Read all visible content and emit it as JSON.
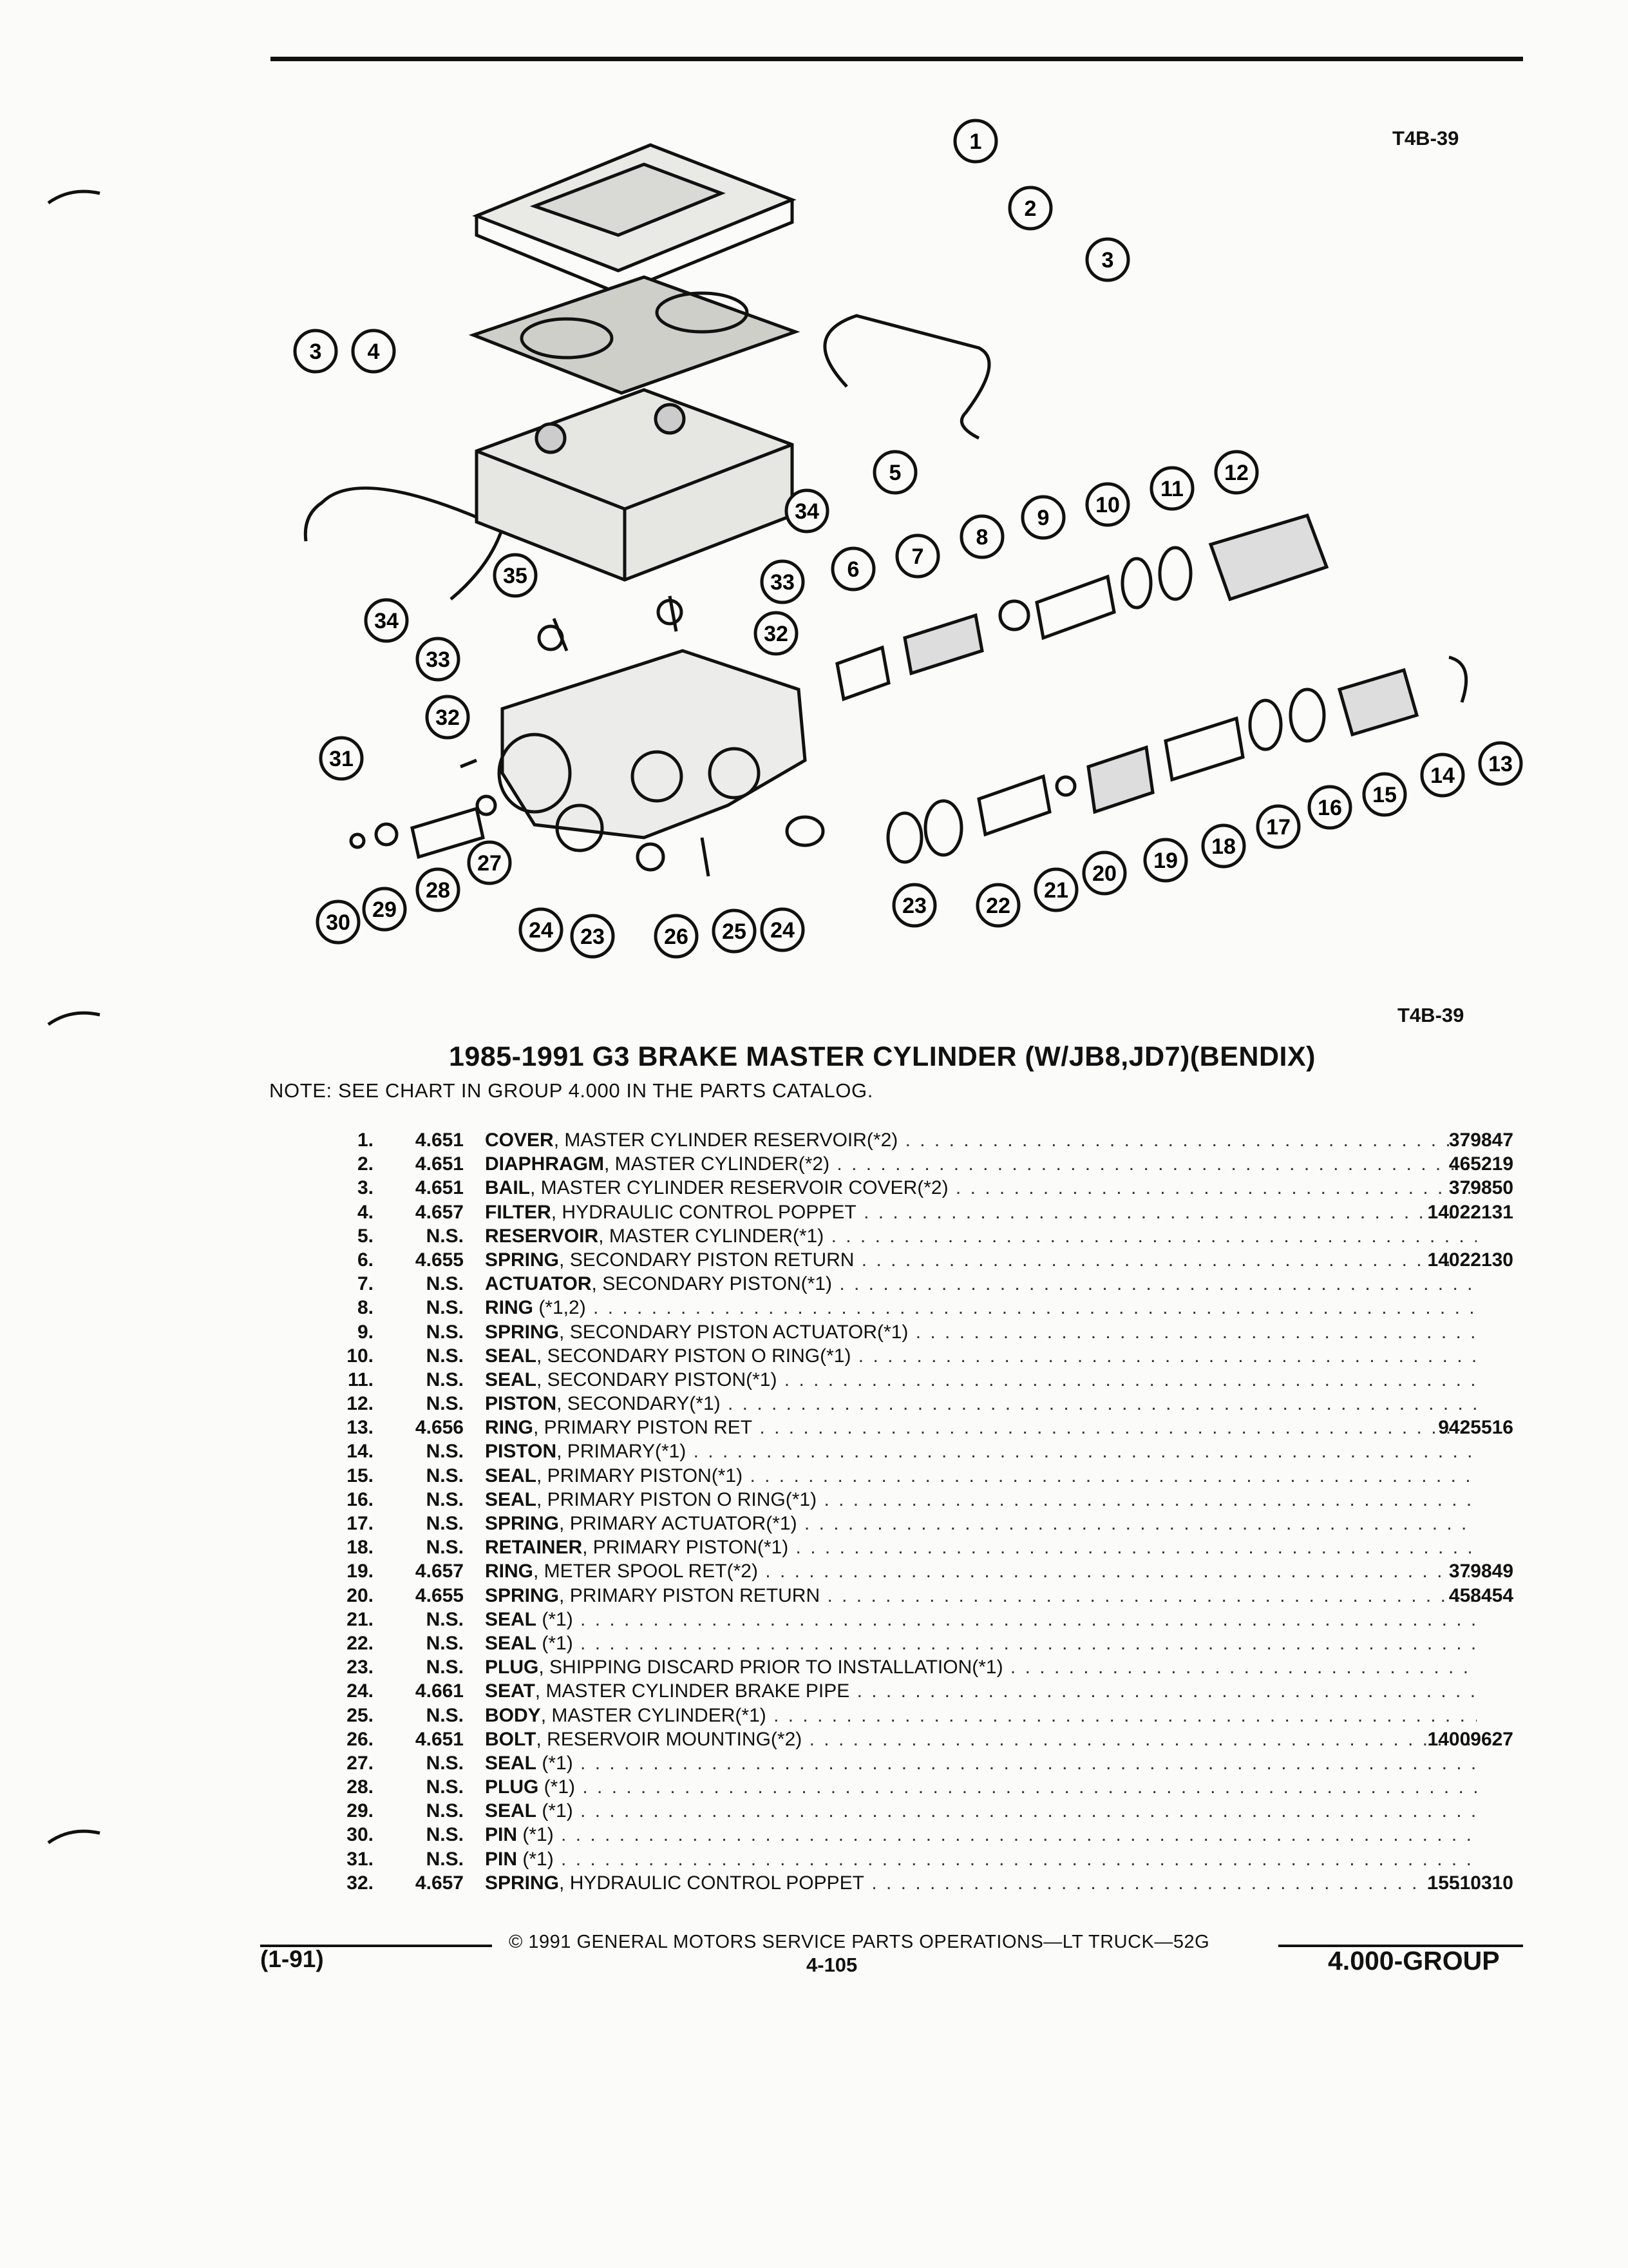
{
  "figure_code_top": "T4B-39",
  "figure_code_bottom": "T4B-39",
  "title": "1985-1991 G3 BRAKE MASTER CYLINDER (W/JB8,JD7)(BENDIX)",
  "note": "NOTE:  SEE CHART IN GROUP 4.000 IN THE PARTS CATALOG.",
  "callouts": [
    "1",
    "2",
    "3",
    "3",
    "4",
    "5",
    "6",
    "7",
    "8",
    "9",
    "10",
    "11",
    "12",
    "13",
    "14",
    "15",
    "16",
    "17",
    "18",
    "19",
    "20",
    "21",
    "22",
    "23",
    "23",
    "24",
    "24",
    "25",
    "26",
    "27",
    "28",
    "29",
    "30",
    "31",
    "32",
    "32",
    "33",
    "33",
    "34",
    "34",
    "35"
  ],
  "parts": [
    {
      "no": "1.",
      "group": "4.651",
      "name": "COVER",
      "desc": ", MASTER CYLINDER RESERVOIR(*2)",
      "part": "379847"
    },
    {
      "no": "2.",
      "group": "4.651",
      "name": "DIAPHRAGM",
      "desc": ", MASTER CYLINDER(*2)",
      "part": "465219"
    },
    {
      "no": "3.",
      "group": "4.651",
      "name": "BAIL",
      "desc": ", MASTER CYLINDER RESERVOIR COVER(*2)",
      "part": "379850"
    },
    {
      "no": "4.",
      "group": "4.657",
      "name": "FILTER",
      "desc": ", HYDRAULIC CONTROL POPPET",
      "part": "14022131"
    },
    {
      "no": "5.",
      "group": "N.S.",
      "name": "RESERVOIR",
      "desc": ", MASTER CYLINDER(*1)",
      "part": ""
    },
    {
      "no": "6.",
      "group": "4.655",
      "name": "SPRING",
      "desc": ", SECONDARY PISTON RETURN",
      "part": "14022130"
    },
    {
      "no": "7.",
      "group": "N.S.",
      "name": "ACTUATOR",
      "desc": ", SECONDARY PISTON(*1)",
      "part": ""
    },
    {
      "no": "8.",
      "group": "N.S.",
      "name": "RING",
      "desc": " (*1,2)",
      "part": ""
    },
    {
      "no": "9.",
      "group": "N.S.",
      "name": "SPRING",
      "desc": ", SECONDARY PISTON ACTUATOR(*1)",
      "part": ""
    },
    {
      "no": "10.",
      "group": "N.S.",
      "name": "SEAL",
      "desc": ", SECONDARY PISTON O RING(*1)",
      "part": ""
    },
    {
      "no": "11.",
      "group": "N.S.",
      "name": "SEAL",
      "desc": ", SECONDARY PISTON(*1)",
      "part": ""
    },
    {
      "no": "12.",
      "group": "N.S.",
      "name": "PISTON",
      "desc": ", SECONDARY(*1)",
      "part": ""
    },
    {
      "no": "13.",
      "group": "4.656",
      "name": "RING",
      "desc": ", PRIMARY PISTON RET",
      "part": "9425516"
    },
    {
      "no": "14.",
      "group": "N.S.",
      "name": "PISTON",
      "desc": ", PRIMARY(*1)",
      "part": ""
    },
    {
      "no": "15.",
      "group": "N.S.",
      "name": "SEAL",
      "desc": ", PRIMARY PISTON(*1)",
      "part": ""
    },
    {
      "no": "16.",
      "group": "N.S.",
      "name": "SEAL",
      "desc": ", PRIMARY PISTON O RING(*1)",
      "part": ""
    },
    {
      "no": "17.",
      "group": "N.S.",
      "name": "SPRING",
      "desc": ", PRIMARY ACTUATOR(*1)",
      "part": ""
    },
    {
      "no": "18.",
      "group": "N.S.",
      "name": "RETAINER",
      "desc": ", PRIMARY PISTON(*1)",
      "part": ""
    },
    {
      "no": "19.",
      "group": "4.657",
      "name": "RING",
      "desc": ", METER SPOOL RET(*2)",
      "part": "379849"
    },
    {
      "no": "20.",
      "group": "4.655",
      "name": "SPRING",
      "desc": ", PRIMARY PISTON RETURN",
      "part": "458454"
    },
    {
      "no": "21.",
      "group": "N.S.",
      "name": "SEAL",
      "desc": " (*1)",
      "part": ""
    },
    {
      "no": "22.",
      "group": "N.S.",
      "name": "SEAL",
      "desc": " (*1)",
      "part": ""
    },
    {
      "no": "23.",
      "group": "N.S.",
      "name": "PLUG",
      "desc": ", SHIPPING DISCARD PRIOR TO INSTALLATION(*1)",
      "part": ""
    },
    {
      "no": "24.",
      "group": "4.661",
      "name": "SEAT",
      "desc": ", MASTER CYLINDER BRAKE PIPE",
      "part": ""
    },
    {
      "no": "25.",
      "group": "N.S.",
      "name": "BODY",
      "desc": ", MASTER CYLINDER(*1)",
      "part": ""
    },
    {
      "no": "26.",
      "group": "4.651",
      "name": "BOLT",
      "desc": ", RESERVOIR MOUNTING(*2)",
      "part": "14009627"
    },
    {
      "no": "27.",
      "group": "N.S.",
      "name": "SEAL",
      "desc": " (*1)",
      "part": ""
    },
    {
      "no": "28.",
      "group": "N.S.",
      "name": "PLUG",
      "desc": " (*1)",
      "part": ""
    },
    {
      "no": "29.",
      "group": "N.S.",
      "name": "SEAL",
      "desc": " (*1)",
      "part": ""
    },
    {
      "no": "30.",
      "group": "N.S.",
      "name": "PIN",
      "desc": " (*1)",
      "part": ""
    },
    {
      "no": "31.",
      "group": "N.S.",
      "name": "PIN",
      "desc": " (*1)",
      "part": ""
    },
    {
      "no": "32.",
      "group": "4.657",
      "name": "SPRING",
      "desc": ", HYDRAULIC CONTROL POPPET",
      "part": "15510310"
    }
  ],
  "footer": {
    "copyright": "©  1991  GENERAL MOTORS SERVICE PARTS OPERATIONS—LT TRUCK—52G",
    "date_code": "(1-91)",
    "page": "4-105",
    "group": "4.000-GROUP"
  }
}
